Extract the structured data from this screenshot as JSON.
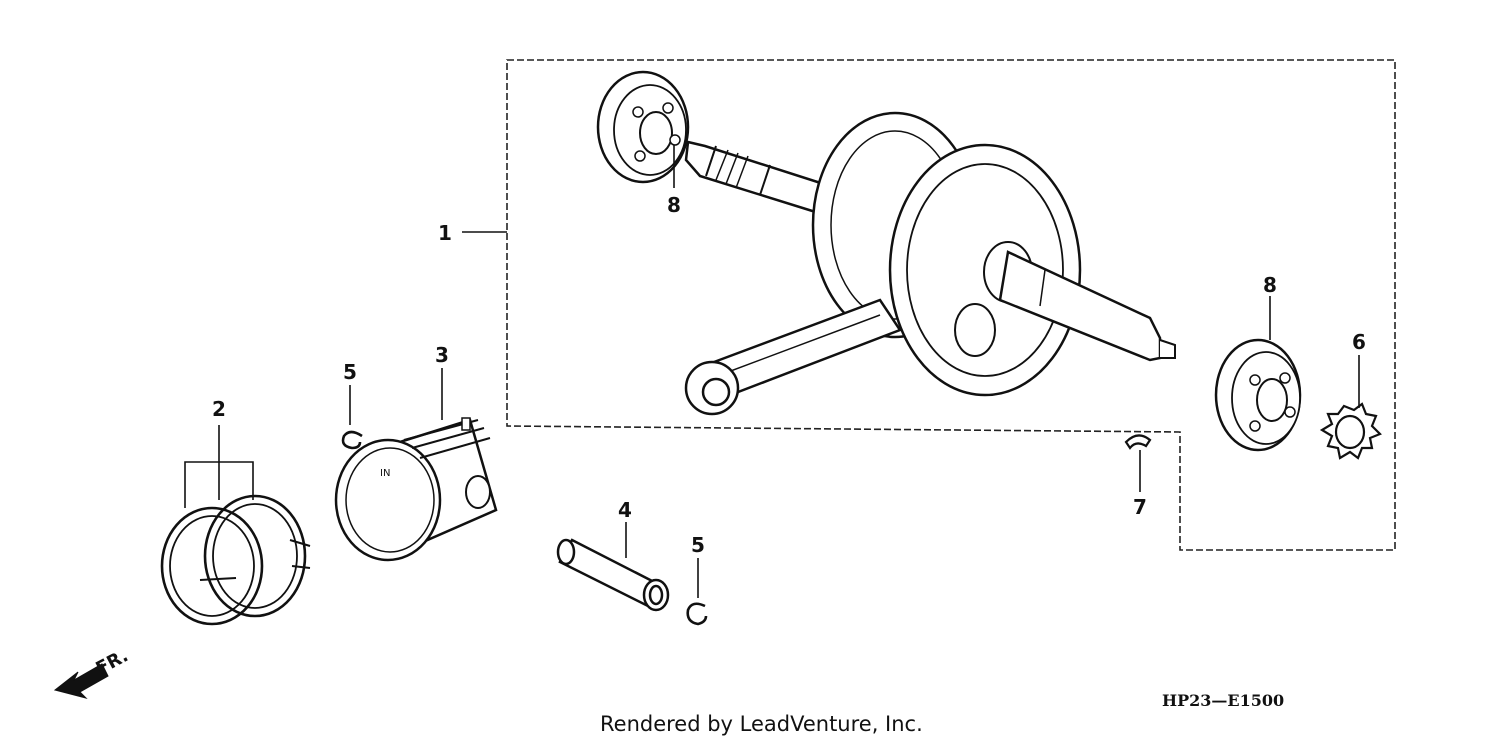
{
  "callouts": {
    "c1": "1",
    "c2": "2",
    "c3": "3",
    "c4": "4",
    "c5a": "5",
    "c5b": "5",
    "c6": "6",
    "c7": "7",
    "c8a": "8",
    "c8b": "8"
  },
  "direction_label": "FR.",
  "piston_mark": "IN",
  "diagram_code": "HP23—E1500",
  "credit": "Rendered by LeadVenture, Inc.",
  "colors": {
    "ink": "#111111",
    "background": "#ffffff"
  }
}
